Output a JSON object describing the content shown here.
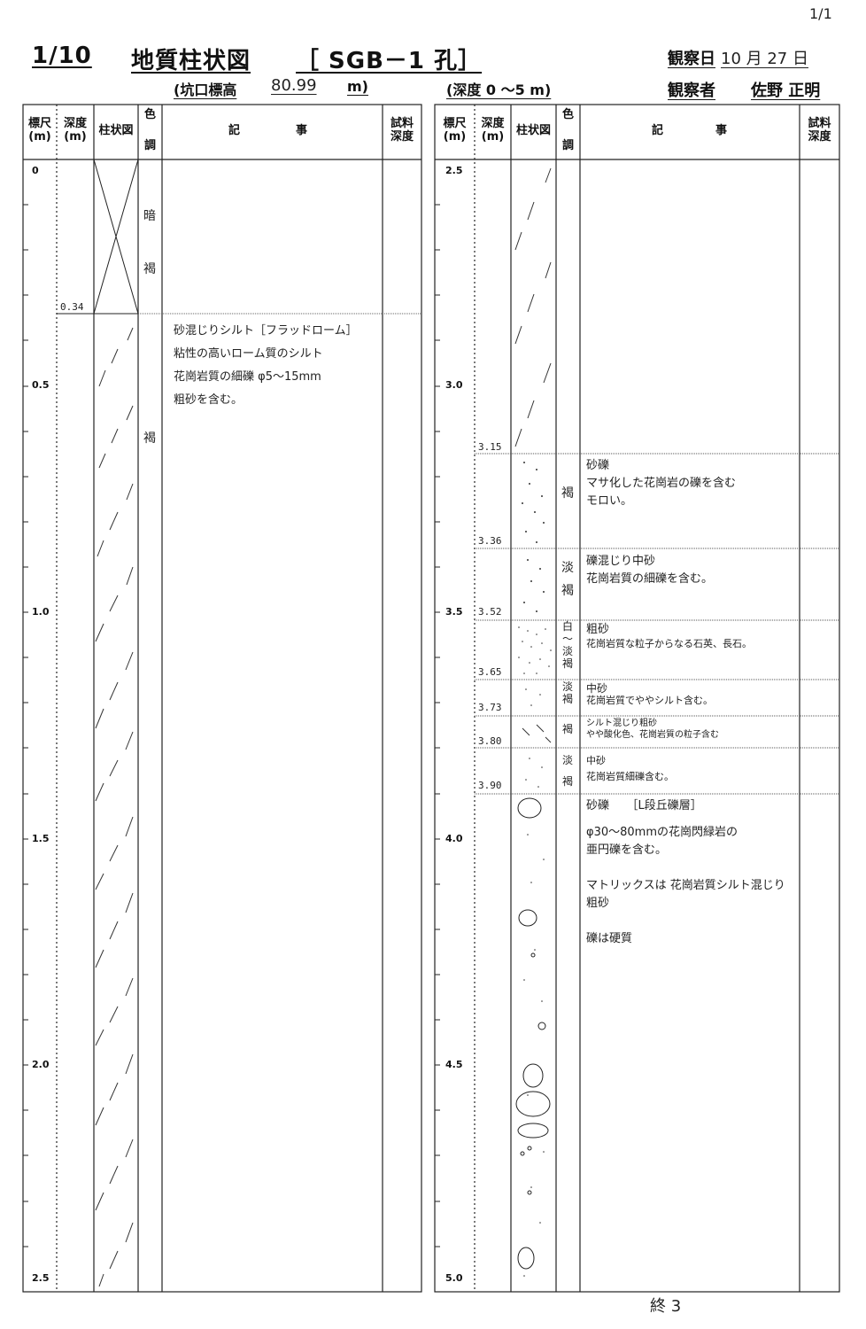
{
  "page_no": "1/1",
  "header": {
    "scale": "1/10",
    "title": "地質柱状図",
    "hole_id": "［ SGB－1 孔］",
    "obs_date_label": "観察日",
    "obs_date_value": "10 月 27 日",
    "elevation_label": "(坑口標高",
    "elevation_value": "80.99",
    "elevation_unit": "m)",
    "depth_range": "(深度 0 ～5 m)",
    "observer_label": "観察者",
    "observer_value": "佐野 正明"
  },
  "columns": {
    "scale_m": "標尺",
    "scale_unit": "(m)",
    "depth": "深度",
    "depth_unit": "(m)",
    "column": "柱状図",
    "color_a": "色",
    "color_b": "調",
    "notes_a": "記",
    "notes_b": "事",
    "sample_a": "試料",
    "sample_b": "深度"
  },
  "left_panel": {
    "ticks": [
      "0",
      "0.5",
      "1.0",
      "1.5",
      "2.0",
      "2.5"
    ],
    "layers": [
      {
        "depth": "0.34",
        "color": "暗褐",
        "lines": []
      },
      {
        "depth": "",
        "color": "褐",
        "lines": [
          "砂混じりシルト［フラッドローム］",
          "粘性の高いローム質のシルト",
          "花崗岩質の細礫 φ5～15mm",
          "粗砂を含む。"
        ]
      }
    ]
  },
  "right_panel": {
    "ticks": [
      "2.5",
      "3.0",
      "3.5",
      "4.0",
      "4.5",
      "5.0"
    ],
    "layers": [
      {
        "depth": "3.15",
        "color": "",
        "lines": []
      },
      {
        "depth": "3.36",
        "color": "褐",
        "lines": [
          "砂礫",
          "マサ化した花崗岩の礫を含む",
          "モロい。"
        ]
      },
      {
        "depth": "3.52",
        "color": "淡褐",
        "lines": [
          "礫混じり中砂",
          "花崗岩質の細礫を含む。"
        ]
      },
      {
        "depth": "3.65",
        "color": "白～淡褐",
        "lines": [
          "粗砂",
          "花崗岩質な粒子からなる石英、長石。"
        ]
      },
      {
        "depth": "3.73",
        "color": "淡褐",
        "lines": [
          "中砂",
          "花崗岩質でややシルト含む。"
        ]
      },
      {
        "depth": "3.80",
        "color": "褐",
        "lines": [
          "シルト混じり粗砂",
          "やや酸化色、花崗岩質の粒子含む"
        ]
      },
      {
        "depth": "3.90",
        "color": "淡褐",
        "lines": [
          "中砂",
          "花崗岩質細礫含む。"
        ]
      },
      {
        "depth": "",
        "color": "",
        "lines": [
          "砂礫　　［L段丘礫層］",
          "φ30～80mmの花崗閃緑岩の",
          "亜円礫を含む。",
          "",
          "マトリックスは 花崗岩質シルト混じり",
          "粗砂",
          "",
          "礫は硬質"
        ]
      }
    ]
  },
  "footer": "終 3"
}
